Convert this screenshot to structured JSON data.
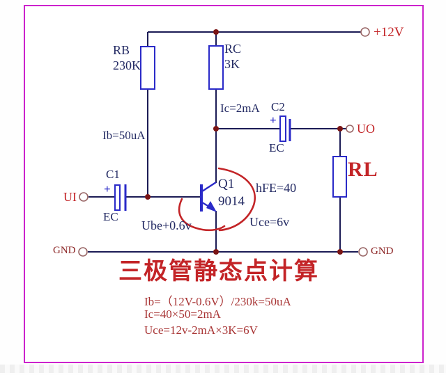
{
  "colors": {
    "border": "#cc22cc",
    "wire": "#1b1b55",
    "component": "#2a2ac8",
    "label": "#232a63",
    "red": "#c32427",
    "dark_red": "#8b2424",
    "formula": "#a83434",
    "dot": "#7a1515",
    "terminal": "#996666"
  },
  "terminals": {
    "vcc": "+12V",
    "input": "UI",
    "output": "UO",
    "gnd_left": "GND",
    "gnd_right": "GND"
  },
  "components": {
    "rb": {
      "name": "RB",
      "value": "230K"
    },
    "rc": {
      "name": "RC",
      "value": "3K"
    },
    "rl": {
      "name": "RL"
    },
    "c1": {
      "name": "C1",
      "polarity": "+",
      "type": "EC"
    },
    "c2": {
      "name": "C2",
      "polarity": "+",
      "type": "EC"
    },
    "q1": {
      "name": "Q1",
      "model": "9014"
    }
  },
  "annotations": {
    "ib": "Ib=50uA",
    "ic": "Ic=2mA",
    "hfe": "hFE=40",
    "uce": "Uce=6v",
    "ube": "Ube+0.6v"
  },
  "title": "三极管静态点计算",
  "calculations": {
    "line1": "Ib=（12V-0.6V）/230k=50uA",
    "line2": "Ic=40×50=2mA",
    "line3": "Uce=12v-2mA×3K=6V"
  }
}
